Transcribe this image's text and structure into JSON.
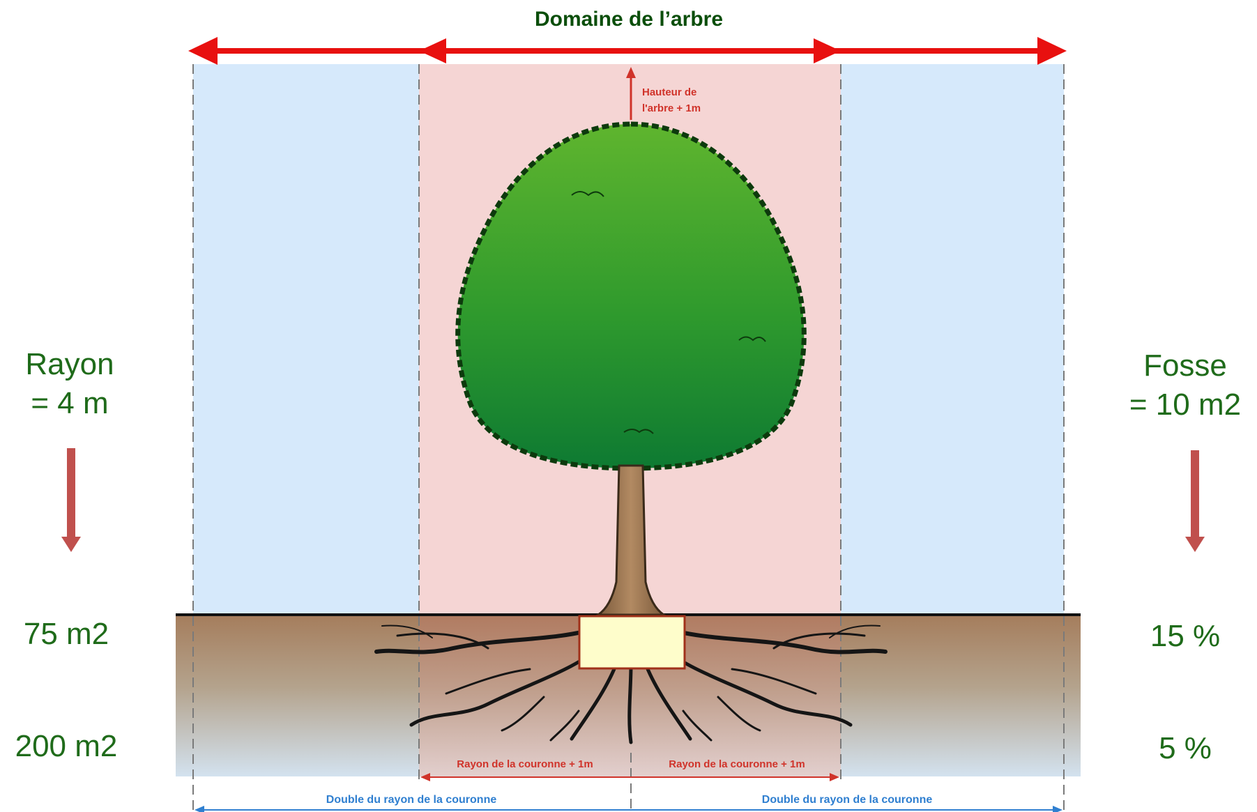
{
  "header": {
    "title": "Domaine de l’arbre"
  },
  "diagram": {
    "height_label_line1": "Hauteur de",
    "height_label_line2": "l'arbre + 1m",
    "radius_label_left": "Rayon de la couronne + 1m",
    "radius_label_right": "Rayon de la couronne + 1m",
    "double_label_left": "Double du rayon de la couronne",
    "double_label_right": "Double du rayon de la couronne"
  },
  "left_panel": {
    "title_line1": "Rayon",
    "title_line2": "= 4 m",
    "value_top": "75 m2",
    "value_bottom": "200 m2"
  },
  "right_panel": {
    "title_line1": "Fosse",
    "title_line2": "= 10 m2",
    "value_top": "15 %",
    "value_bottom": "5 %"
  },
  "colors": {
    "title_green": "#0b4e0b",
    "label_green": "#1f6b1a",
    "arrow_red": "#e8100f",
    "zone_blue": "#d6e9fb",
    "zone_pink": "#f5d5d4",
    "dim_red": "#d0332a",
    "dim_blue": "#2f7fd0",
    "down_arrow": "#c0504d",
    "soil_brown": "#a57d5c",
    "pit_fill": "#fefdcb",
    "pit_border": "#a0311a"
  }
}
